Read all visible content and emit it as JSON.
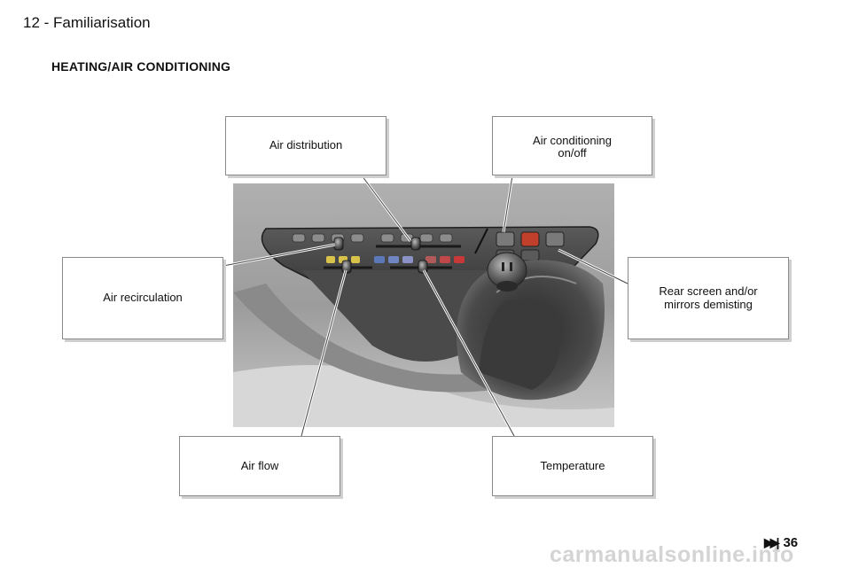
{
  "header": {
    "title": "12 - Familiarisation"
  },
  "section": {
    "title": "HEATING/AIR CONDITIONING"
  },
  "callouts": {
    "air_distribution": "Air distribution",
    "ac_onoff": "Air conditioning\non/off",
    "air_recirculation": "Air recirculation",
    "rear_screen": "Rear screen and/or\nmirrors demisting",
    "air_flow": "Air flow",
    "temperature": "Temperature"
  },
  "nav": {
    "page": "36",
    "icon": "fast-forward-icon"
  },
  "watermark": "carmanualsonline.info"
}
